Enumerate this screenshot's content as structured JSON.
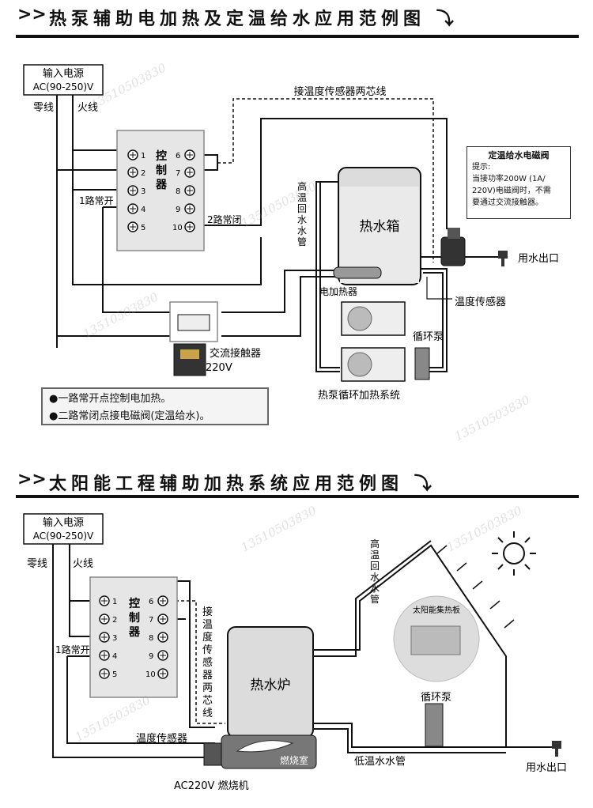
{
  "section1": {
    "title": "热泵辅助电加热及定温给水应用范例图",
    "prefix": ">>",
    "suffix": "⤵",
    "power_source_label": "输入电源",
    "power_source_spec": "AC(90-250)V",
    "neutral_label": "零线",
    "live_label": "火线",
    "controller_label": [
      "控",
      "制",
      "器"
    ],
    "terminals_left": [
      "1",
      "2",
      "3",
      "4",
      "5"
    ],
    "terminals_right": [
      "6",
      "7",
      "8",
      "9",
      "10"
    ],
    "line1_label": "1路常开",
    "line2_label": "2路常闭",
    "sensor_wire_label": "接温度传感器两芯线",
    "high_temp_return_pipe": [
      "高",
      "温",
      "回",
      "水",
      "水",
      "管"
    ],
    "tank_label": "热水箱",
    "heater_label": "电加热器",
    "sensor_label": "温度传感器",
    "outlet_label": "用水出口",
    "pump_label": "循环泵",
    "contactor_label": "交流接触器",
    "contactor_voltage": "220V",
    "heatpump_label": "热泵循环加热系统",
    "valve_note": {
      "title": "定温给水电磁阀",
      "lines": [
        "提示:",
        "当接功率200W (1A/",
        "220V)电磁阀时，不需",
        "要通过交流接触器。"
      ]
    },
    "notes": [
      "●一路常开点控制电加热。",
      "●二路常闭点接电磁阀(定温给水)。"
    ]
  },
  "section2": {
    "title": "太阳能工程辅助加热系统应用范例图",
    "prefix": ">>",
    "suffix": "⤵",
    "power_source_label": "输入电源",
    "power_source_spec": "AC(90-250)V",
    "neutral_label": "零线",
    "live_label": "火线",
    "controller_label": [
      "控",
      "制",
      "器"
    ],
    "terminals_left": [
      "1",
      "2",
      "3",
      "4",
      "5"
    ],
    "terminals_right": [
      "6",
      "7",
      "8",
      "9",
      "10"
    ],
    "line1_label": "1路常开",
    "sensor_wire_label": [
      "接",
      "温",
      "度",
      "传",
      "感",
      "器",
      "两",
      "芯",
      "线"
    ],
    "high_temp_return_pipe": [
      "高",
      "温",
      "回",
      "水",
      "水",
      "管"
    ],
    "boiler_label": "热水炉",
    "combustion_label": "燃烧室",
    "sensor_label": "温度传感器",
    "burner_label": "AC220V 燃烧机",
    "collector_label": "太阳能集热板",
    "pump_label": "循环泵",
    "low_temp_pipe": "低温水水管",
    "outlet_label": "用水出口"
  },
  "watermark": "13510503830",
  "colors": {
    "line": "#111111",
    "panel": "#e6e6e6",
    "tank": "#dcdcdc",
    "accent": "#333333"
  }
}
